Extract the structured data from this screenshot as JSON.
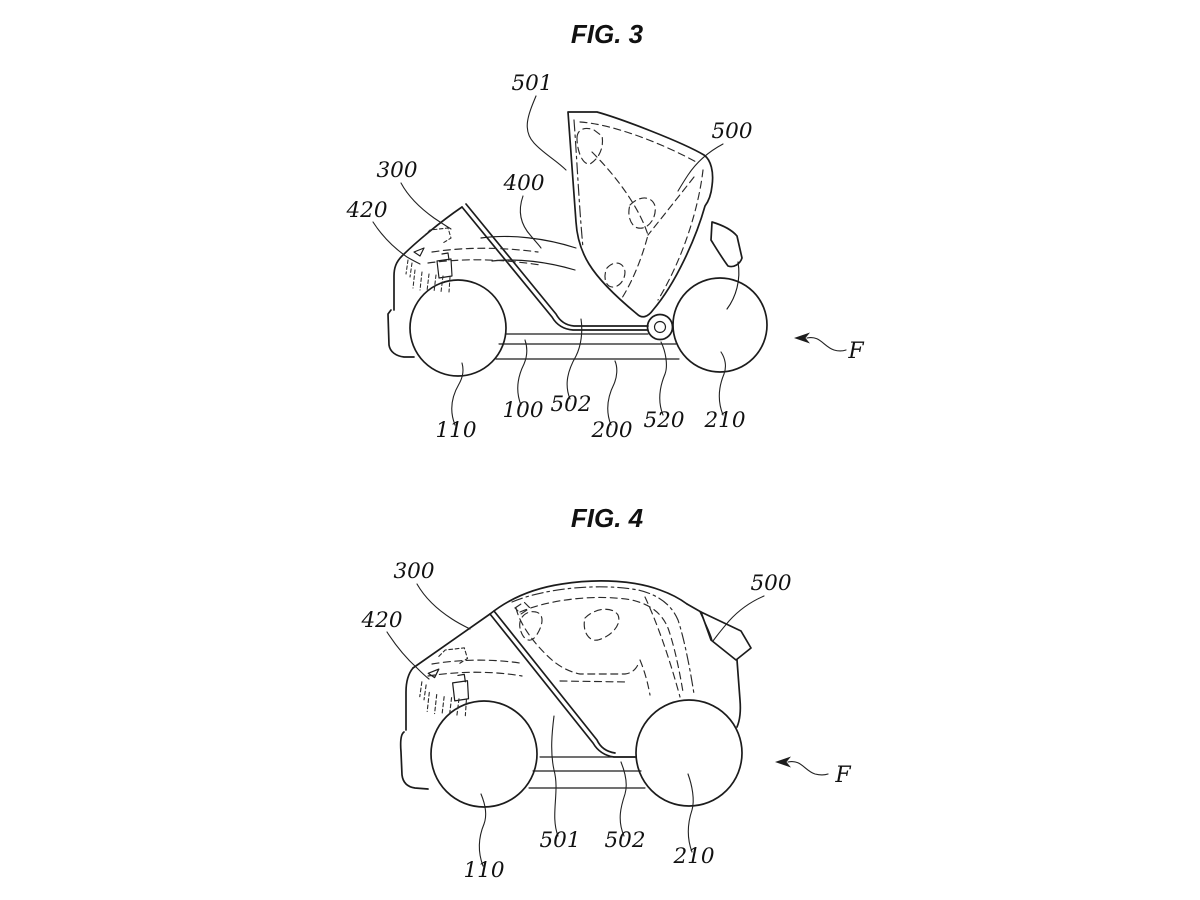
{
  "page": {
    "background": "#ffffff",
    "line_color": "#1c1c1c",
    "description": "Patent line drawings of a small two-wheel-visible vehicle, open-door state (FIG. 3) and closed state (FIG. 4)"
  },
  "fig3": {
    "title": "FIG. 3",
    "refs": {
      "r501": "501",
      "r500": "500",
      "r300": "300",
      "r400": "400",
      "r420": "420",
      "r110": "110",
      "r100": "100",
      "r502": "502",
      "r200": "200",
      "r520": "520",
      "r210": "210"
    },
    "direction": "F"
  },
  "fig4": {
    "title": "FIG. 4",
    "refs": {
      "r300": "300",
      "r420": "420",
      "r500": "500",
      "r110": "110",
      "r501": "501",
      "r502": "502",
      "r210": "210"
    },
    "direction": "F"
  }
}
